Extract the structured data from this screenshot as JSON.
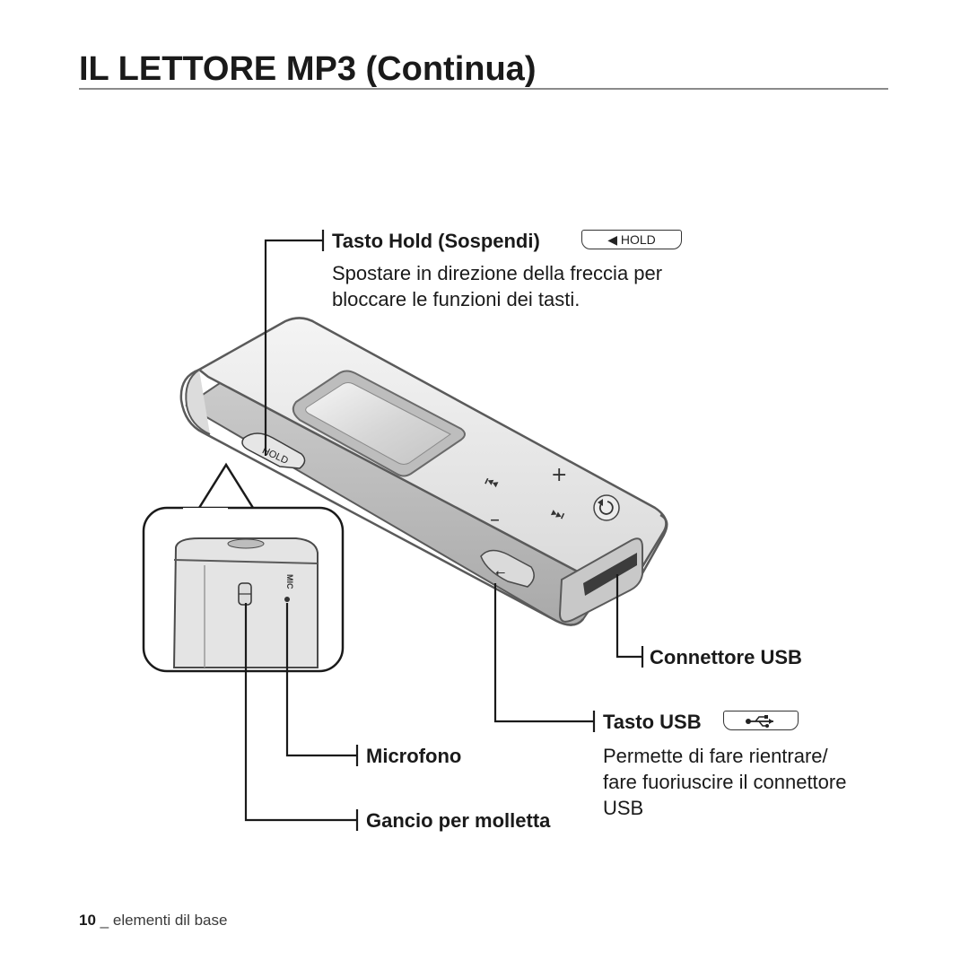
{
  "page": {
    "title": "IL LETTORE MP3 (Continua)",
    "footer_page": "10",
    "footer_sep": "_",
    "footer_section": "elementi dil base"
  },
  "callouts": {
    "hold": {
      "label": "Tasto Hold (Sospendi)",
      "badge": "◀ HOLD",
      "desc_line1": "Spostare in direzione della freccia per",
      "desc_line2": "bloccare le funzioni dei tasti."
    },
    "usb_connector": {
      "label": "Connettore USB"
    },
    "usb_button": {
      "label": "Tasto USB",
      "badge_icon": "usb-icon",
      "desc_line1": "Permette di fare rientrare/",
      "desc_line2": "fare fuoriuscire il connettore",
      "desc_line3": "USB"
    },
    "microphone": {
      "label": "Microfono"
    },
    "clip_hook": {
      "label": "Gancio per molletta"
    }
  },
  "device": {
    "hold_switch_text": "HOLD",
    "mic_text": "MIC",
    "buttons": [
      "prev-icon",
      "plus-icon",
      "minus-icon",
      "next-icon",
      "back-icon"
    ]
  },
  "colors": {
    "device_body": "#e8e8e8",
    "device_edge": "#5a5a5a",
    "leader_lines": "#1a1a1a"
  }
}
